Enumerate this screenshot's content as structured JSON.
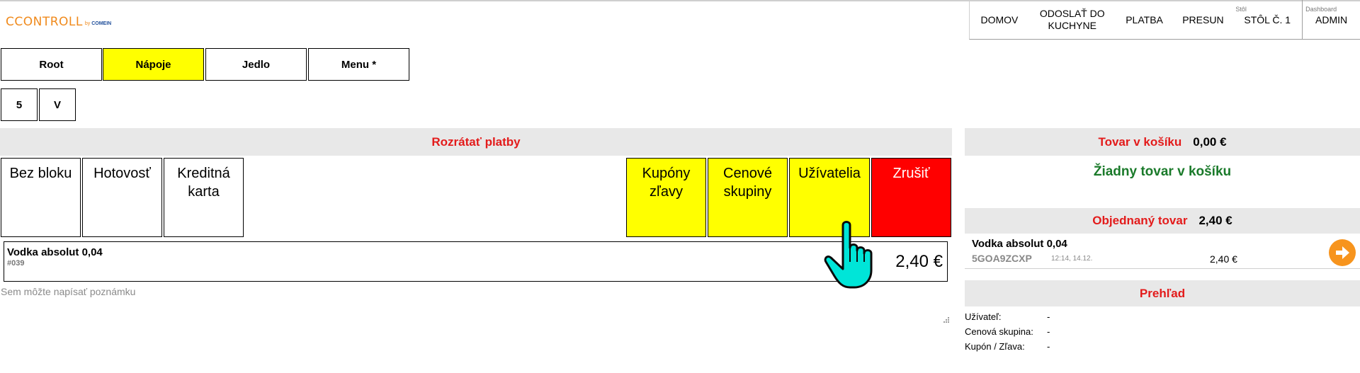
{
  "logo": {
    "main_text": "CCONTROLL",
    "by_text": "by",
    "brand_text": "COMEIN"
  },
  "topnav": {
    "items": [
      {
        "label": "DOMOV"
      },
      {
        "label": "ODOSLAŤ DO KUCHYNE"
      },
      {
        "label": "PLATBA"
      },
      {
        "label": "PRESUN"
      },
      {
        "label": "STÔL Č. 1",
        "small_label": "Stôl"
      },
      {
        "label": "ADMIN",
        "small_label": "Dashboard"
      }
    ]
  },
  "categories": [
    "Root",
    "Nápoje",
    "Jedlo",
    "Menu *"
  ],
  "selected_category_color": "#ffff00",
  "small_buttons": [
    "5",
    "V"
  ],
  "split": {
    "header": "Rozrátať platby",
    "payment_buttons": [
      {
        "label": "Bez bloku",
        "color": "#ffffff"
      },
      {
        "label": "Hotovosť",
        "color": "#ffffff"
      },
      {
        "label": "Kreditná karta",
        "color": "#ffffff"
      },
      {
        "label": "Kupóny zľavy",
        "color": "#ffff00"
      },
      {
        "label": "Cenové skupiny",
        "color": "#ffff00"
      },
      {
        "label": "Užívatelia",
        "color": "#ffff00"
      },
      {
        "label": "Zrušiť",
        "color": "#ff0000"
      }
    ]
  },
  "order_line": {
    "name": "Vodka absolut 0,04",
    "code": "#039",
    "price": "2,40 €"
  },
  "note": {
    "placeholder": "Sem môžte napísať poznámku"
  },
  "cart": {
    "header": "Tovar v košíku",
    "amount": "0,00 €",
    "empty_message": "Žiadny tovar v košíku"
  },
  "ordered": {
    "header": "Objednaný tovar",
    "amount": "2,40 €",
    "items": [
      {
        "name": "Vodka absolut 0,04",
        "code": "5GOA9ZCXP",
        "time": "12:14, 14.12.",
        "price": "2,40 €",
        "action_icon": "arrow-right-icon"
      }
    ]
  },
  "overview": {
    "header": "Prehľad",
    "rows": [
      {
        "label": "Užívateľ:",
        "value": "-"
      },
      {
        "label": "Cenová skupina:",
        "value": "-"
      },
      {
        "label": "Kupón / Zľava:",
        "value": "-"
      }
    ]
  },
  "colors": {
    "accent_red": "#e31b1b",
    "success_green": "#1a7a2a",
    "brand_orange": "#f08a1c",
    "cursor_cyan": "#00e5d8"
  },
  "cursor": {
    "icon": "hand-pointer-icon"
  }
}
